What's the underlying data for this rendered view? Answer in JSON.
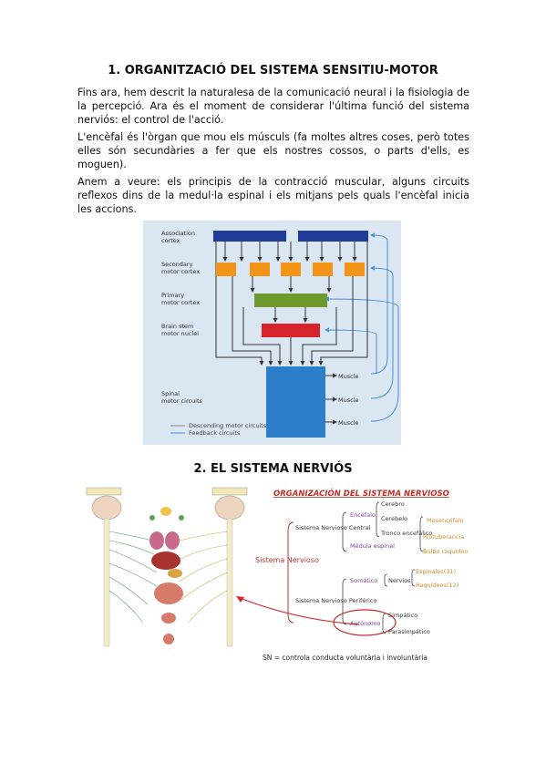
{
  "section1": {
    "title": "1. ORGANITZACIÓ DEL SISTEMA SENSITIU-MOTOR",
    "p1": "Fins ara, hem descrit la naturalesa de la comunicació neural i la fisiologia de la percepció. Ara és el moment de considerar l'última funció del sistema nerviós: el control de l'acció.",
    "p2": "L'encèfal és l'òrgan que mou els músculs (fa moltes altres coses, però totes elles són secundàries a fer que els nostres cossos, o parts d'ells, es moguen).",
    "p3": "Anem a veure: els principis de la contracció muscular, alguns circuits reflexos dins de la medul·la espinal i els mitjans pels quals l'encèfal inicia les accions."
  },
  "motor_diagram": {
    "labels": {
      "association": "Association cortex",
      "secondary": "Secondary motor cortex",
      "primary": "Primary motor cortex",
      "brainstem": "Brain stem motor nuclei",
      "spinal": "Spinal motor circuits"
    },
    "muscles": [
      "Muscle",
      "Muscle",
      "Muscle"
    ],
    "legend": [
      "Descending motor circuits",
      "Feedback circuits"
    ],
    "colors": {
      "association": "#1f3c96",
      "secondary": "#f29418",
      "primary": "#6e9a2e",
      "brainstem": "#d7232b",
      "spinal": "#2e7fc9",
      "background": "#dae6f1",
      "feedback": "#4a8fd6"
    }
  },
  "section2": {
    "title": "2. EL SISTEMA NERVIÓS"
  },
  "org_chart": {
    "title": "ORGANIZACIÓN DEL SISTEMA NERVIOSO",
    "root": "Sistema Nervioso",
    "central": "Sistema Nervioso Central",
    "encefalo": "Encéfalo",
    "cerebro": "Cerebro",
    "cerebelo": "Cerebelo",
    "tronco": "Tronco encefálico",
    "mesencefalo": "Mesencéfalo",
    "protuberancia": "Protuberancia",
    "bulbo": "Bulbo raquídeo",
    "medula": "Médula espinal",
    "periferico": "Sistema Nervioso Periférico",
    "somatico": "Somático",
    "nervios": "Nervios",
    "espinales": "Espinales(31)",
    "raquideos": "Raquídeos(12)",
    "autonomo": "Autónomo",
    "simpatico": "Simpático",
    "parasimpatico": "Parasimpático"
  },
  "caption": "SN = controla conducta voluntària i involuntària"
}
